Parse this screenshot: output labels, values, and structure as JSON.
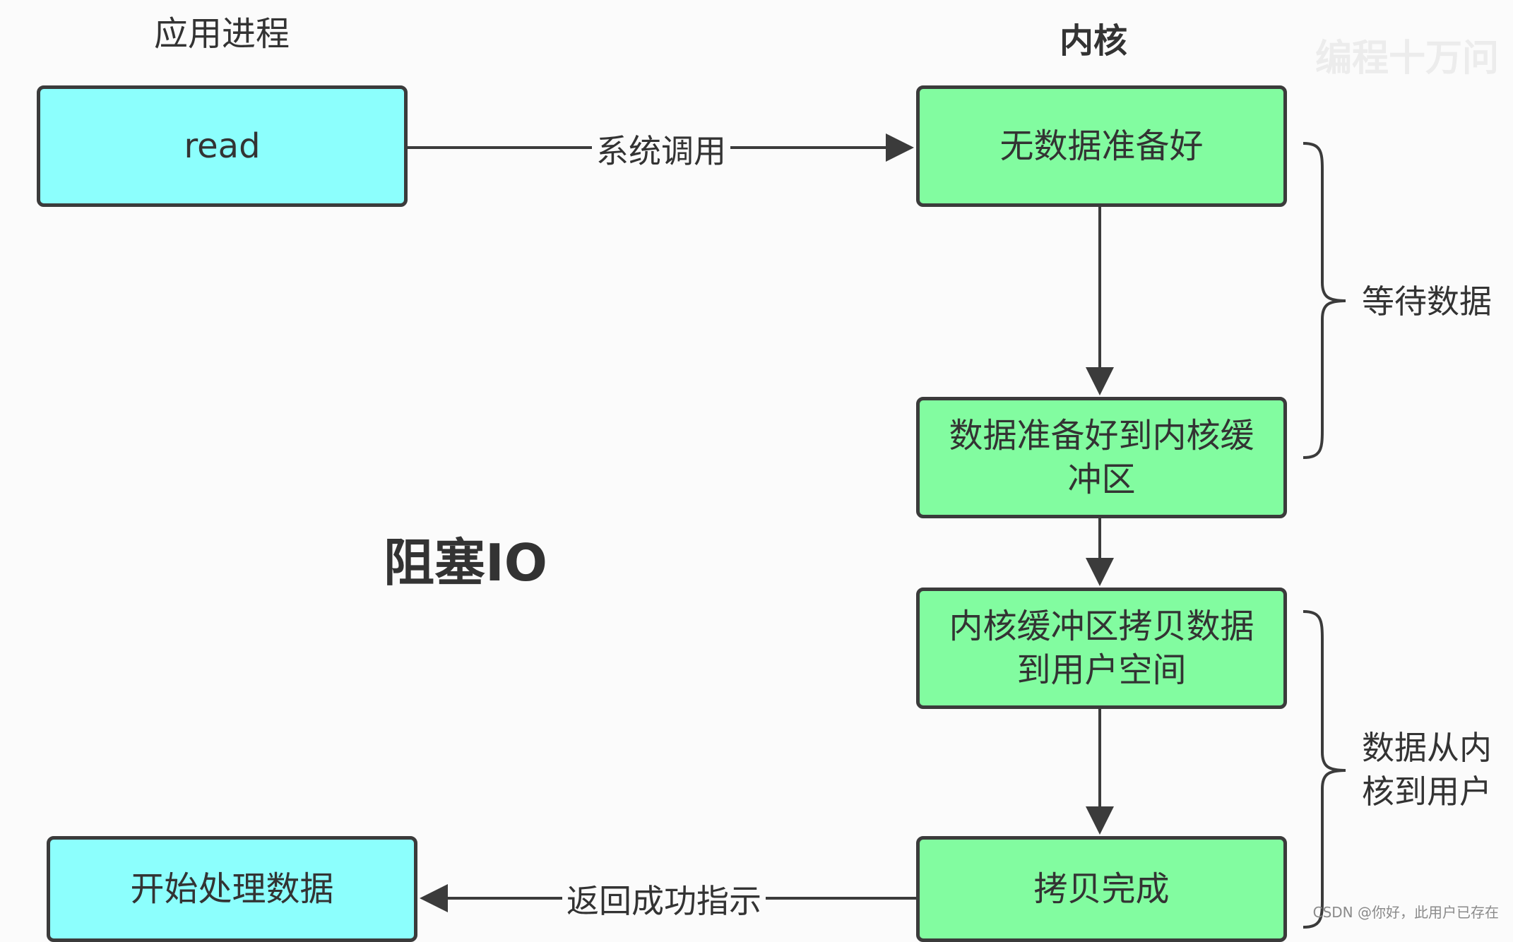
{
  "columns": {
    "app_title": "应用进程",
    "kernel_title": "内核"
  },
  "main_title": "阻塞IO",
  "nodes": {
    "read": "read",
    "start_processing": "开始处理数据",
    "no_data": "无数据准备好",
    "data_ready": "数据准备好到内核缓\n冲区",
    "copy_to_user": "内核缓冲区拷贝数据\n到用户空间",
    "copy_done": "拷贝完成"
  },
  "edges": {
    "syscall": "系统调用",
    "return_success": "返回成功指示"
  },
  "braces": {
    "wait_data": "等待数据",
    "kernel_to_user": "数据从内\n核到用户"
  },
  "watermarks": {
    "top": "编程十万问",
    "bottom": "CSDN @你好，此用户已存在"
  },
  "colors": {
    "app_fill": "#8cfffd",
    "kernel_fill": "#82fca0",
    "stroke": "#3b3b3b"
  }
}
